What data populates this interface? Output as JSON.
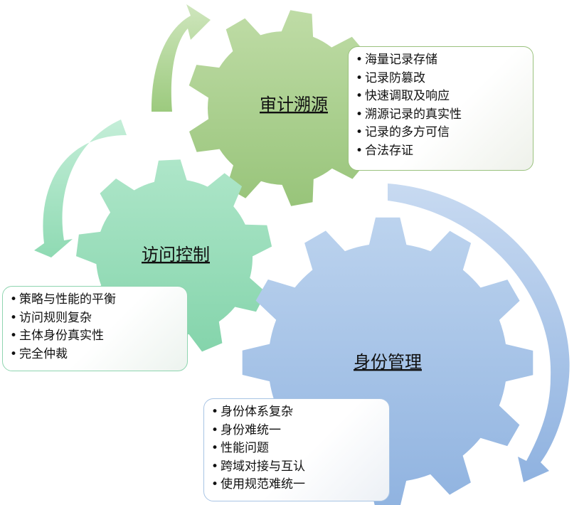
{
  "gears": {
    "audit": {
      "title": "审计溯源",
      "fill": "#a8cf8d",
      "items": [
        "海量记录存储",
        "记录防篡改",
        "快速调取及响应",
        "溯源记录的真实性",
        "记录的多方可信",
        "合法存证"
      ]
    },
    "access": {
      "title": "访问控制",
      "fill": "#94dbb8",
      "items": [
        "策略与性能的平衡",
        "访问规则复杂",
        "主体身份真实性",
        "完全仲裁"
      ]
    },
    "identity": {
      "title": "身份管理",
      "fill": "#a4c1e7",
      "items": [
        "身份体系复杂",
        "身份难统一",
        "性能问题",
        "跨域对接与互认",
        "使用规范难统一"
      ]
    }
  },
  "arrows": {
    "top": "#a6d08a",
    "left": "#99ddb8",
    "right": "#9ebfe6"
  }
}
